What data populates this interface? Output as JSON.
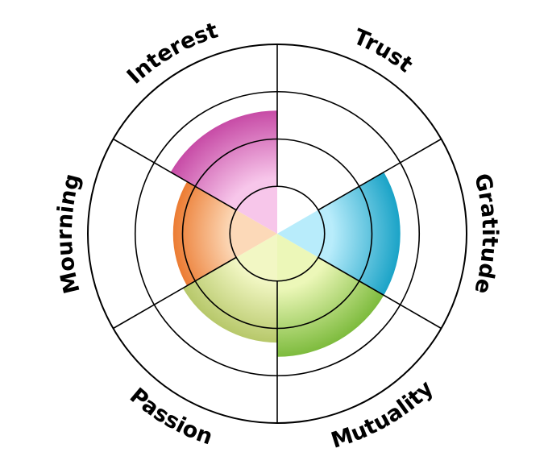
{
  "chart_data": {
    "type": "polar-area",
    "r_max": 4,
    "rings": [
      1,
      2,
      3,
      4
    ],
    "grid": true,
    "sectors": [
      {
        "label": "Trust",
        "value": 0,
        "color": "#d0d0d0",
        "color_light": "#f5f5f5"
      },
      {
        "label": "Gratitude",
        "value": 2.6,
        "color": "#1aa3c7",
        "color_light": "#b8ecfb"
      },
      {
        "label": "Mutuality",
        "value": 2.6,
        "color": "#7dbb3d",
        "color_light": "#ecf7b8"
      },
      {
        "label": "Passion",
        "value": 2.3,
        "color": "#b7c86a",
        "color_light": "#f2f7c4"
      },
      {
        "label": "Mourning",
        "value": 2.2,
        "color": "#ec7c33",
        "color_light": "#fcd9b8"
      },
      {
        "label": "Interest",
        "value": 2.6,
        "color": "#c74ba6",
        "color_light": "#f7c6ea"
      }
    ]
  }
}
